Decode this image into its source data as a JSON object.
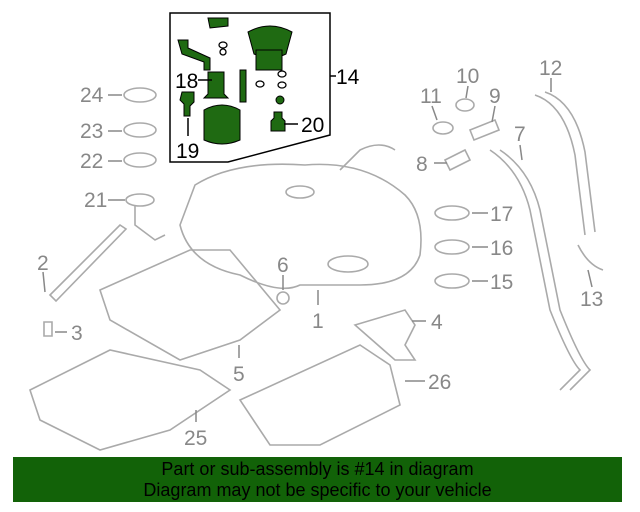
{
  "diagram": {
    "labels": {
      "l1": "1",
      "l2": "2",
      "l3": "3",
      "l4": "4",
      "l5": "5",
      "l6": "6",
      "l7": "7",
      "l8": "8",
      "l9": "9",
      "l10": "10",
      "l11": "11",
      "l12": "12",
      "l13": "13",
      "l14": "14",
      "l15": "15",
      "l16": "16",
      "l17": "17",
      "l18": "18",
      "l19": "19",
      "l20": "20",
      "l21": "21",
      "l22": "22",
      "l23": "23",
      "l24": "24",
      "l25": "25",
      "l26": "26"
    },
    "highlight_color": "#1f6a12"
  },
  "banner": {
    "line1": "Part or sub-assembly is #14 in diagram",
    "line2": "Diagram may not be specific to your vehicle",
    "color": "#126208"
  }
}
